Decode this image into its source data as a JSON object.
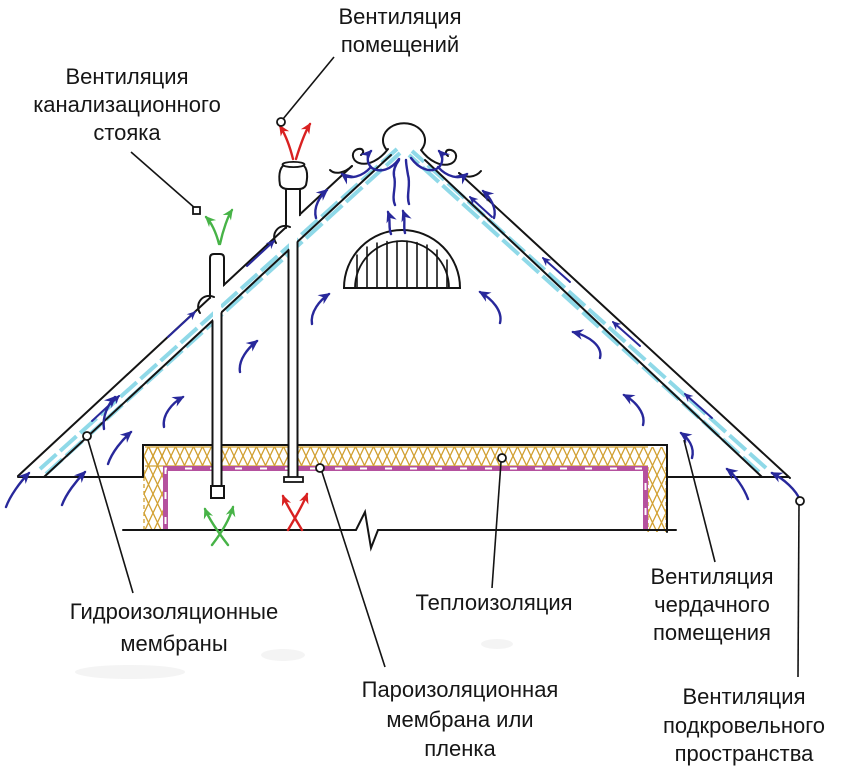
{
  "labels": {
    "room_vent": [
      "Вентиляция",
      "помещений"
    ],
    "sewer_vent": [
      "Вентиляция",
      "канализационного",
      "стояка"
    ],
    "hydro_membranes": [
      "Гидроизоляционные",
      "мембраны"
    ],
    "thermal_insulation": [
      "Теплоизоляция"
    ],
    "vapor_membrane": [
      "Пароизоляционная",
      "мембрана или",
      "пленка"
    ],
    "attic_vent": [
      "Вентиляция",
      "чердачного",
      "помещения"
    ],
    "underroof_vent": [
      "Вентиляция",
      "подкровельного",
      "пространства"
    ]
  },
  "colors": {
    "outline": "#141414",
    "airflow": "#28289b",
    "exhaust": "#d92121",
    "sewer": "#47b347",
    "hydro_membrane": "#8fd9e8",
    "vapor_membrane": "#b5519e",
    "insulation": "#d1a032"
  }
}
